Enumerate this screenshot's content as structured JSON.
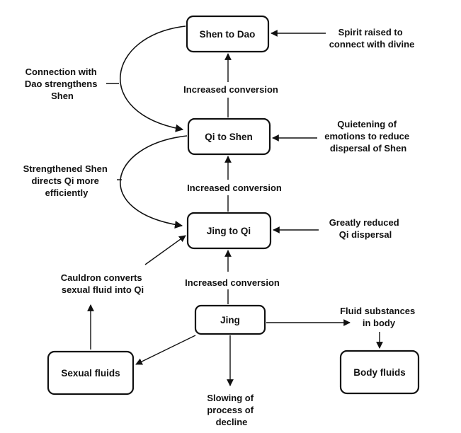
{
  "nodes": {
    "shen_to_dao": "Shen to Dao",
    "qi_to_shen": "Qi to Shen",
    "jing_to_qi": "Jing to Qi",
    "jing": "Jing",
    "sexual_fluids": "Sexual fluids",
    "body_fluids": "Body fluids"
  },
  "notes": {
    "spirit_raised": [
      "Spirit raised to",
      "connect with divine"
    ],
    "quietening": [
      "Quietening of",
      "emotions to reduce",
      "dispersal of Shen"
    ],
    "reduced_dispersal": [
      "Greatly reduced",
      "Qi dispersal"
    ],
    "connection_dao": [
      "Connection with",
      "Dao strengthens",
      "Shen"
    ],
    "strengthened_shen": [
      "Strengthened Shen",
      "directs Qi more",
      "efficiently"
    ],
    "cauldron": [
      "Cauldron converts",
      "sexual fluid into Qi"
    ],
    "fluid_substances": [
      "Fluid substances",
      "in body"
    ],
    "slowing": [
      "Slowing of",
      "process of",
      "decline"
    ],
    "increased_conversion_1": "Increased conversion",
    "increased_conversion_2": "Increased conversion",
    "increased_conversion_3": "Increased conversion"
  }
}
